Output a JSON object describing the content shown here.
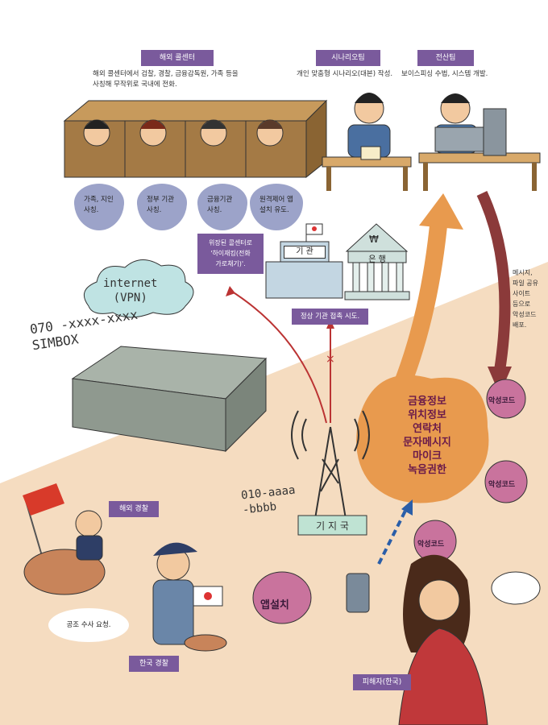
{
  "labels": {
    "overseas_callcenter": "해외 콜센터",
    "scenario_team": "시나리오팀",
    "it_team": "전산팀",
    "normal_contact": "정상 기관 접촉 시도.",
    "overseas_police": "해외 경찰",
    "korea_police": "한국 경찰",
    "victim": "피해자(한국)"
  },
  "descriptions": {
    "callcenter_line1": "해외 콜센터에서 검찰, 경찰, 금융감독원, 가족 등을",
    "callcenter_line2": "사칭해 무작위로 국내에 전화.",
    "scenario": "개인 맞춤형 시나리오(대본) 작성.",
    "it": "보이스피싱 수법, 시스템 개발."
  },
  "bubbles": [
    {
      "l1": "가족, 지인",
      "l2": "사칭."
    },
    {
      "l1": "정부 기관",
      "l2": "사칭."
    },
    {
      "l1": "금융기관",
      "l2": "사칭."
    },
    {
      "l1": "원격제어 앱",
      "l2": "설치 유도."
    }
  ],
  "hijack": {
    "l1": "위장된 콜센터로",
    "l2": "'하이재킹(전화",
    "l3": "가로채기)'."
  },
  "buildings": {
    "agency": "기 관",
    "bank": "은 행",
    "won": "₩"
  },
  "internet": {
    "l1": "internet",
    "l2": "(VPN)"
  },
  "simbox": {
    "number": "070 -xxxx-xxxx",
    "name": "SIMBOX"
  },
  "victim_number": {
    "l1": "010-aaaa",
    "l2": "-bbbb"
  },
  "tower": "기 지 국",
  "permissions": [
    "금융정보",
    "위치정보",
    "연락처",
    "문자메시지",
    "마이크",
    "녹음권한"
  ],
  "malware_note": [
    "메시지,",
    "파일 공유",
    "사이트",
    "등으로",
    "악성코드",
    "배포."
  ],
  "malware_label": "악성코드",
  "app_install": "앱설치",
  "cooperation": "공조 수사 요청.",
  "colors": {
    "purple": "#7a5a9c",
    "bubble": "#9ca3c9",
    "beige": "#f5dcc0",
    "orange": "#e89a4e",
    "red_arrow": "#8b3a3a"
  }
}
